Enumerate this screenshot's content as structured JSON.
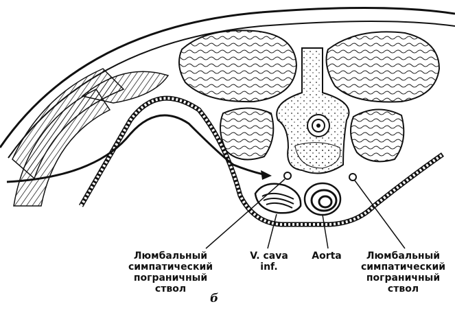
{
  "labels": {
    "left_trunk": [
      "Люмбальный",
      "симпатический",
      "пограничный",
      "ствол"
    ],
    "vena_cava": [
      "V. cava",
      "inf."
    ],
    "aorta": "Aorta",
    "right_trunk": [
      "Люмбальный",
      "симпатический",
      "пограничный",
      "ствол"
    ]
  },
  "figure_letter": "б",
  "colors": {
    "ink": "#111111",
    "paper": "#ffffff"
  }
}
